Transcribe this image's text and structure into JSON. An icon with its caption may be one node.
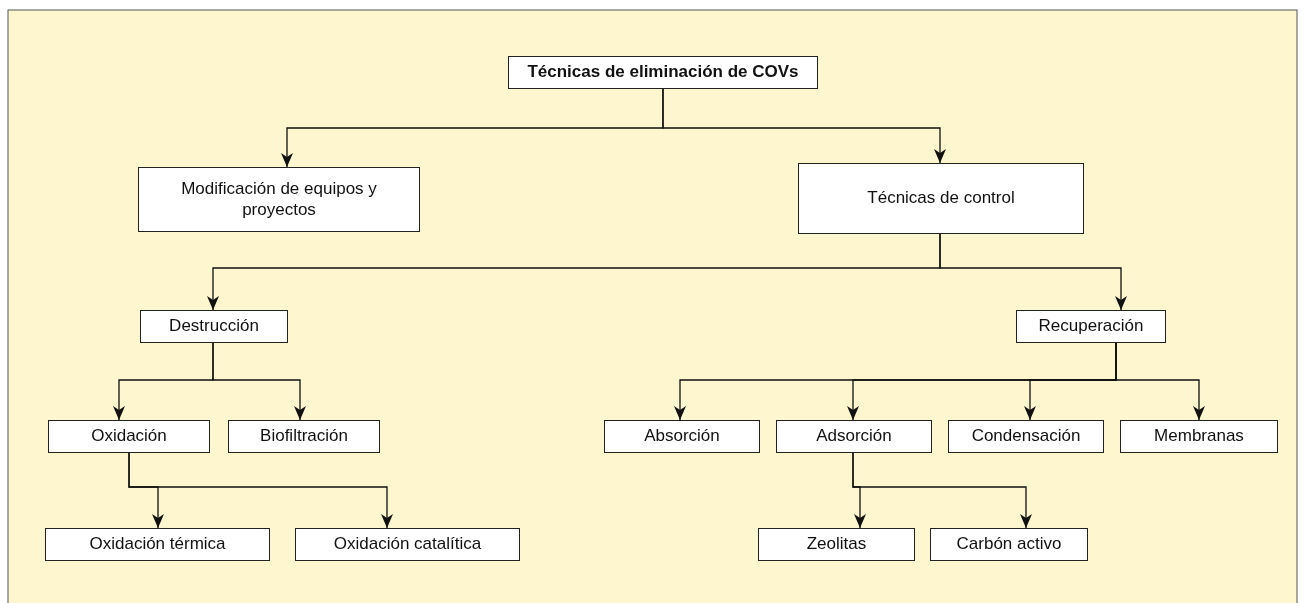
{
  "diagram": {
    "nodes": [
      {
        "text": [
          "Técnicas de eliminación de COVs"
        ]
      },
      {
        "text": [
          "Modificación de equipos y proyectos"
        ]
      },
      {
        "text": [
          "Técnicas de control"
        ]
      },
      {
        "text": [
          "Destrucción"
        ]
      },
      {
        "text": [
          "Recuperación"
        ]
      },
      {
        "text": [
          "Oxidación"
        ]
      },
      {
        "text": [
          "Biofiltración"
        ]
      },
      {
        "text": [
          "Absorción"
        ]
      },
      {
        "text": [
          "Adsorción"
        ]
      },
      {
        "text": [
          "Condensación"
        ]
      },
      {
        "text": [
          "Membranas"
        ]
      },
      {
        "text": [
          "Oxidación térmica"
        ]
      },
      {
        "text": [
          "Oxidación catalítica"
        ]
      },
      {
        "text": [
          "Zeolitas"
        ]
      },
      {
        "text": [
          "Carbón activo"
        ]
      }
    ],
    "edges": [
      {
        "from": 0,
        "to": 1,
        "arrow": "to"
      },
      {
        "from": 0,
        "to": 2,
        "arrow": "to"
      },
      {
        "from": 2,
        "to": 3,
        "arrow": "to"
      },
      {
        "from": 2,
        "to": 4,
        "arrow": "to"
      },
      {
        "from": 3,
        "to": 5,
        "arrow": "to"
      },
      {
        "from": 3,
        "to": 6,
        "arrow": "to"
      },
      {
        "from": 4,
        "to": 7,
        "arrow": "to"
      },
      {
        "from": 4,
        "to": 8,
        "arrow": "to"
      },
      {
        "from": 4,
        "to": 9,
        "arrow": "to"
      },
      {
        "from": 4,
        "to": 10,
        "arrow": "to"
      },
      {
        "from": 5,
        "to": 11,
        "arrow": "to"
      },
      {
        "from": 5,
        "to": 12,
        "arrow": "to"
      },
      {
        "from": 8,
        "to": 13,
        "arrow": "to"
      },
      {
        "from": 8,
        "to": 14,
        "arrow": "to"
      }
    ]
  }
}
